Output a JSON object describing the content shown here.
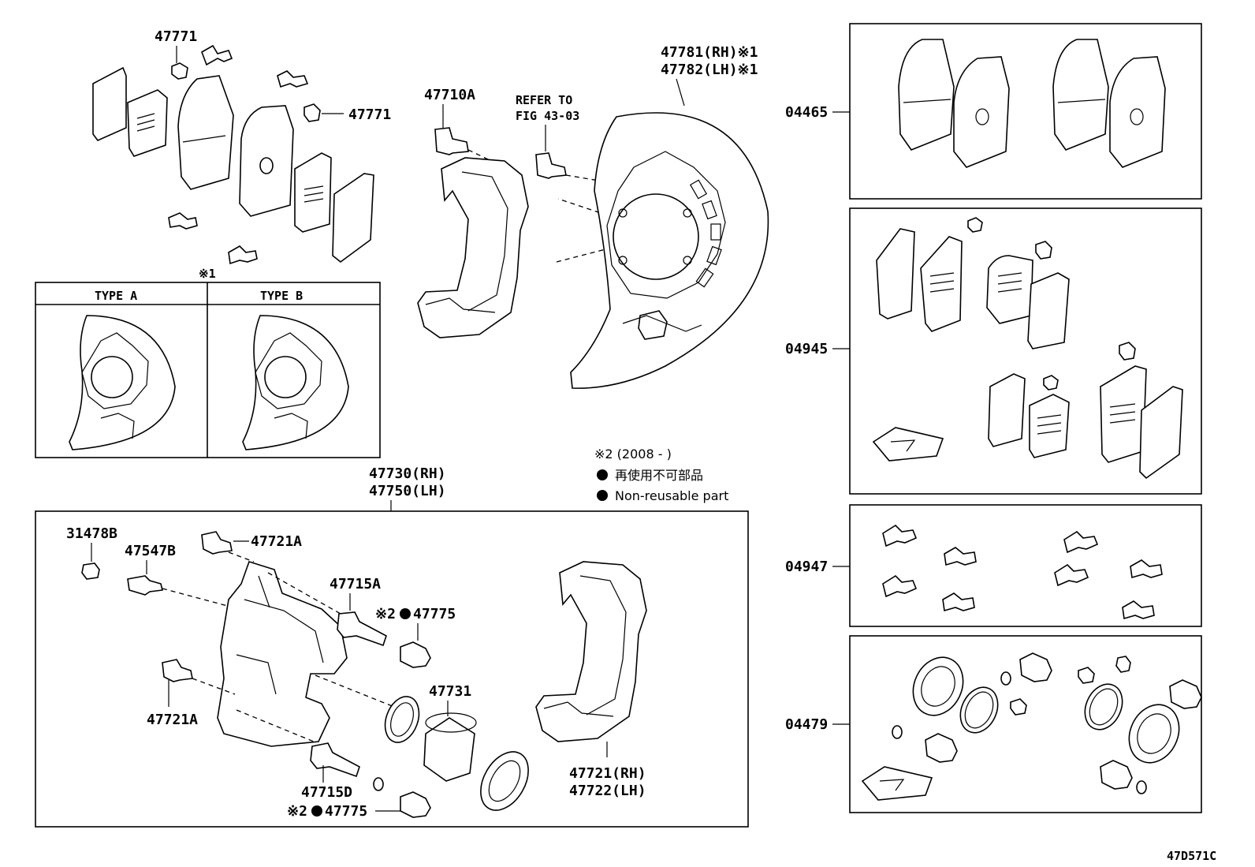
{
  "labels": {
    "p47771_top": "47771",
    "p47771_mid": "47771",
    "p47710a": "47710A",
    "refer_line1": "REFER TO",
    "refer_line2": "FIG 43-03",
    "p47781": "47781(RH)※1",
    "p47782": "47782(LH)※1",
    "note1_mark": "※1",
    "type_a": "TYPE  A",
    "type_b": "TYPE  B",
    "p47730": "47730(RH)",
    "p47750": "47750(LH)",
    "note2_header": "※2 (2008 -    )",
    "note2_jp": "再使用不可部品",
    "note2_en": "Non-reusable part",
    "p31478b": "31478B",
    "p47547b": "47547B",
    "p47721a_top": "47721A",
    "p47715a": "47715A",
    "p47775_top_mark": "※2",
    "p47775_top": "47775",
    "p47731": "47731",
    "p47721a_bottom": "47721A",
    "p47715d": "47715D",
    "p47775_bottom_mark": "※2",
    "p47775_bottom": "47775",
    "p47721rh": "47721(RH)",
    "p47722lh": "47722(LH)",
    "kit_04465": "04465",
    "kit_04945": "04945",
    "kit_04947": "04947",
    "kit_04479": "04479",
    "figure_code": "47D571C"
  },
  "colors": {
    "line": "#000000",
    "background": "#ffffff"
  }
}
